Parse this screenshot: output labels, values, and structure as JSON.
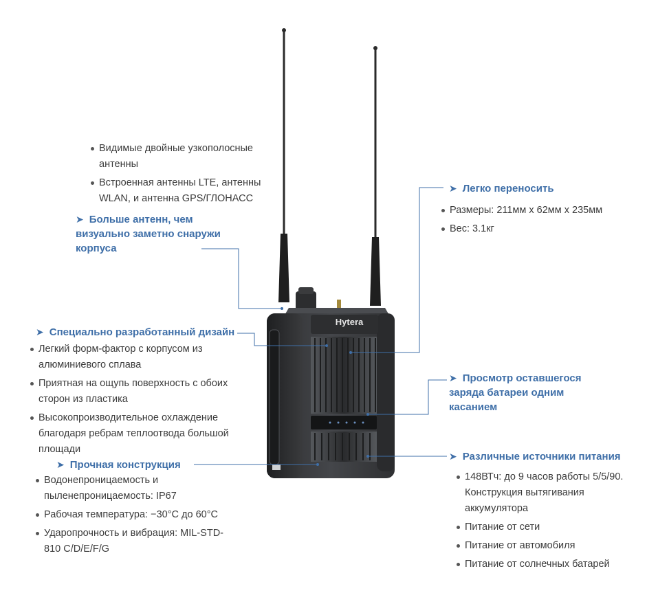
{
  "device": {
    "brand": "Hytera"
  },
  "antennas_top": {
    "bullets": [
      "Видимые двойные узкополосные антенны",
      "Встроенная антенны LTE, антенны WLAN, и антенна GPS/ГЛОНАСС"
    ]
  },
  "antennas_callout": {
    "heading": "Больше антенн, чем визуально заметно снаружи корпуса"
  },
  "portable": {
    "heading": "Легко переносить",
    "bullets": [
      "Размеры: 211мм x 62мм x 235мм",
      "Вес: 3.1кг"
    ]
  },
  "design": {
    "heading": "Специально разработанный дизайн",
    "bullets": [
      "Легкий форм-фактор с корпусом из алюминиевого сплава",
      "Приятная на  ощупь поверхность с обоих сторон из пластика",
      "Высокопроизводительное охлаждение благодаря ребрам теплоотвода большой площади"
    ]
  },
  "battery": {
    "heading": "Просмотр оставшегося заряда батареи одним касанием"
  },
  "rugged": {
    "heading": "Прочная конструкция",
    "bullets": [
      "Водонепроницаемость и пыленепроницаемость: IP67",
      "Рабочая температура: −30°C  до 60°C",
      "Ударопрочность и вибрация: MIL-STD-810 C/D/E/F/G"
    ]
  },
  "power": {
    "heading": "Различные источники питания",
    "bullets": [
      "148ВТч: до 9 часов работы 5/5/90. Конструкция вытягивания аккумулятора",
      "Питание от сети",
      "Питание от автомобиля",
      "Питание от солнечных батарей"
    ]
  },
  "colors": {
    "accent": "#3f6fa8",
    "text": "#3b3b3b",
    "device_body": "#3a3b3d"
  }
}
